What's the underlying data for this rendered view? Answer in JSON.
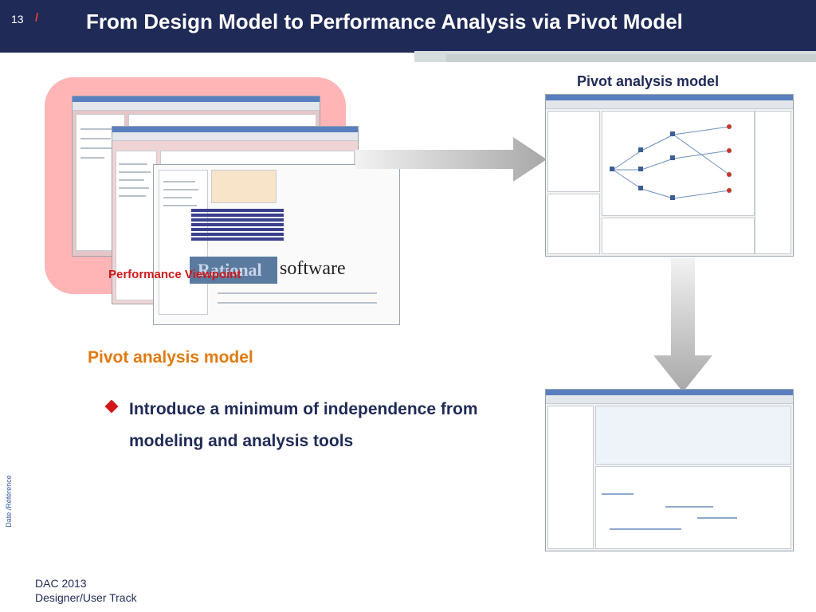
{
  "header": {
    "slide_number": "13",
    "separator": "/",
    "title": "From Design Model to Performance Analysis via Pivot Model"
  },
  "collage": {
    "performance_label": "Performance Viewpoint",
    "logo_text_rational": "Rational",
    "logo_text_software": "software"
  },
  "right_panel": {
    "top_label": "Pivot analysis model"
  },
  "content": {
    "heading": "Pivot analysis model",
    "bullet": "Introduce a minimum of independence from modeling and analysis tools"
  },
  "side_text": "Date /Référence",
  "footer": {
    "line1": "DAC 2013",
    "line2": "Designer/User Track"
  },
  "colors": {
    "header_bg": "#1f2a56",
    "accent_red": "#d01818",
    "accent_orange": "#e07a10",
    "pink_highlight": "#ffb4b6"
  }
}
